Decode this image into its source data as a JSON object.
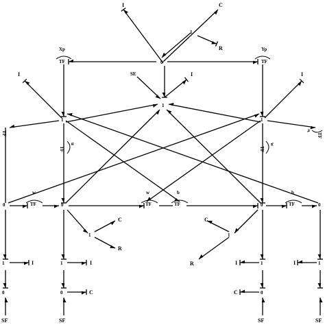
{
  "labels": {
    "I_top": "I",
    "C_top": "C",
    "one_topright": "1",
    "R_top": "R",
    "zero_top": "0",
    "Xp": "Xp",
    "TF_left_top": "TF",
    "Yp": "Yp",
    "TF_right_top": "TF",
    "I_left_mid": "I",
    "SE": "SE",
    "I_center": "I",
    "one_center": "1",
    "I_right_mid": "I",
    "one_left": "1",
    "one_right": "1",
    "TF_leftedge": "TF",
    "w_rightedge": "w",
    "TF_rightedge": "TF",
    "TF_left_vert": "TF",
    "u_left_vert": "u",
    "TF_right_vert": "TF",
    "w_right_vert": "w",
    "zero_far_left": "0",
    "w_left": "w",
    "TF_left_low": "TF",
    "zero_left": "0",
    "w_center": "w",
    "TF_center_l": "TF",
    "b_center": "b",
    "TF_center_r": "TF",
    "zero_right": "0",
    "b_right": "b",
    "TF_right_low": "TF",
    "zero_far_right": "0",
    "C_lower_left": "C",
    "one_lower_left": "1",
    "R_lower_left": "R",
    "C_lower_right": "C",
    "one_lower_right": "1",
    "R_lower_right": "R",
    "one_bl1": "1",
    "I_bl1": "I",
    "one_bl2": "1",
    "I_bl2": "I",
    "one_br1": "1",
    "I_br1": "I",
    "one_br2": "1",
    "I_br2": "I",
    "zero_bl1": "0",
    "zero_bl2": "0",
    "C_bl": "C",
    "zero_br1": "0",
    "C_br": "C",
    "SF_1": "SF",
    "SF_2": "SF",
    "SF_3": "SF",
    "SF_4": "SF"
  },
  "colors": {
    "ink": "#000000",
    "background": "#ffffff"
  }
}
